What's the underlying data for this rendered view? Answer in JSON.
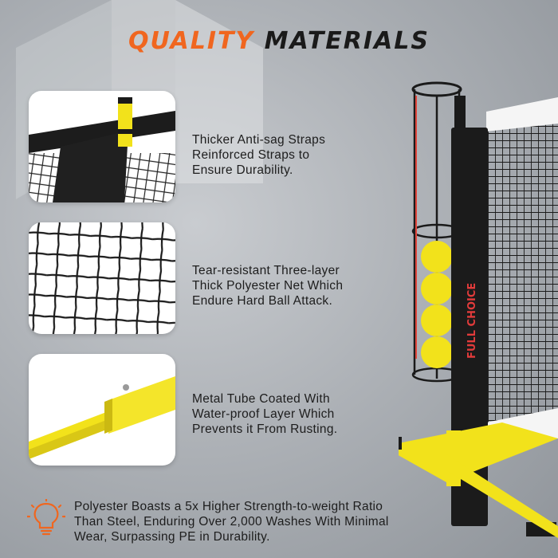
{
  "title": {
    "word1": "QUALITY",
    "word2": "MATERIALS"
  },
  "features": [
    {
      "lines": [
        "Thicker Anti-sag Straps",
        "Reinforced Straps to",
        "Ensure Durability."
      ]
    },
    {
      "lines": [
        "Tear-resistant Three-layer",
        "Thick Polyester Net Which",
        "Endure Hard Ball Attack."
      ]
    },
    {
      "lines": [
        "Metal Tube Coated With",
        "Water-proof Layer Which",
        "Prevents it From Rusting."
      ]
    }
  ],
  "bottom": {
    "lines": [
      "Polyester Boasts a 5x Higher Strength-to-weight Ratio",
      "Than Steel, Enduring Over 2,000 Washes With Minimal",
      "Wear, Surpassing PE in Durability."
    ]
  },
  "product": {
    "brand": "FULL CHOICE"
  },
  "colors": {
    "accent": "#f0661f",
    "yellow": "#f2e21b",
    "dark": "#1a1a1a"
  },
  "icons": {
    "bottom": "lightbulb-icon"
  }
}
